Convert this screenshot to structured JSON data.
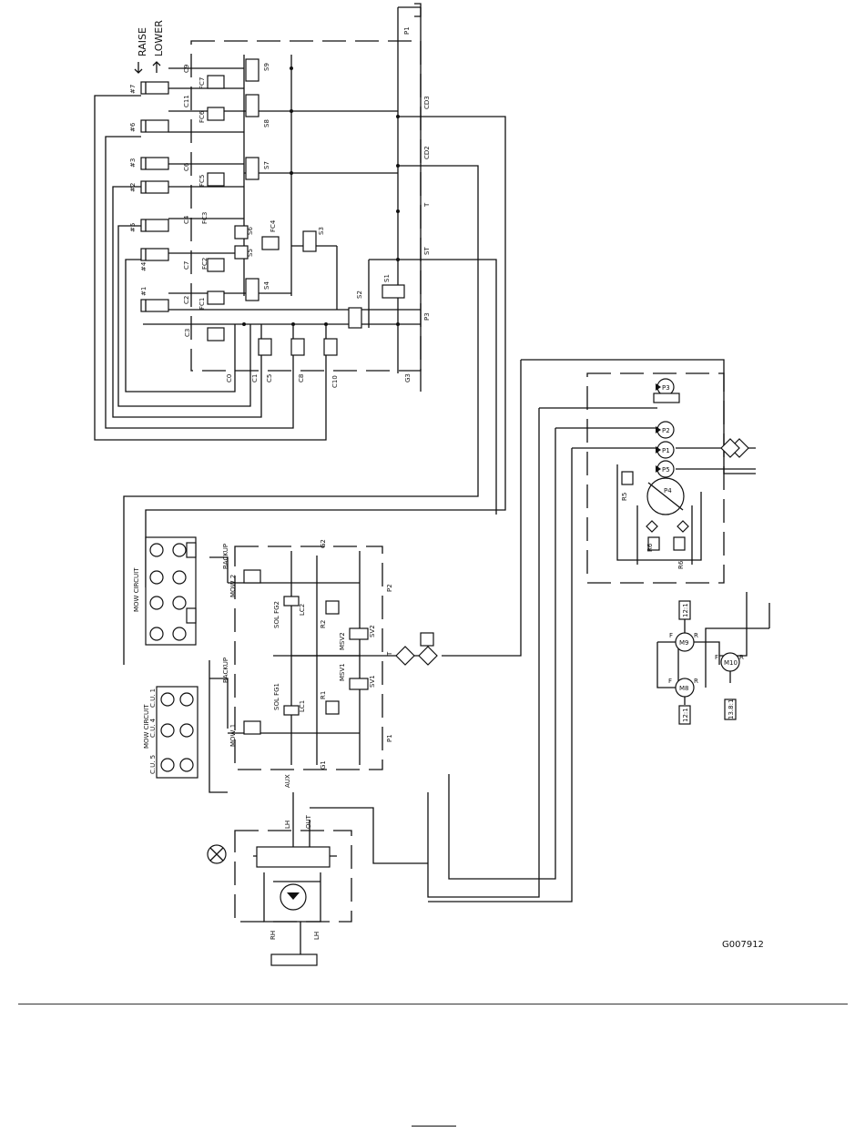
{
  "figure": {
    "id": "G007912",
    "direction_labels": {
      "raise": "RAISE",
      "lower": "LOWER"
    }
  },
  "lift_manifold": {
    "cylinders": [
      "#7",
      "#6",
      "#3",
      "#2",
      "#5",
      "#4",
      "#1"
    ],
    "ports": [
      "C9",
      "C11",
      "C6",
      "C4",
      "C7",
      "C2",
      "C3",
      "C0",
      "C1",
      "C5",
      "C8",
      "C10",
      "G3",
      "P3",
      "ST",
      "T",
      "CD2",
      "CD3",
      "P1"
    ],
    "flow_controls": [
      "FC7",
      "FC6",
      "FC5",
      "FC4",
      "FC3",
      "FC2",
      "FC1"
    ],
    "solenoids": [
      "S9",
      "S8",
      "S7",
      "S6",
      "S5",
      "S4",
      "S3",
      "S2",
      "S1"
    ]
  },
  "mow_manifold": {
    "circuit_titles": [
      "MOW CIRCUIT",
      "MOW CIRCUIT"
    ],
    "ports": [
      "G2",
      "P2",
      "T",
      "P1",
      "G1",
      "MOW 1",
      "MOW 2",
      "BACKUP",
      "BACKUP",
      "AUX",
      "OUT",
      "LH",
      "RH"
    ],
    "valves": [
      "LC2",
      "LC1",
      "R2",
      "R1",
      "MSV2",
      "MSV1",
      "SV2",
      "SV1",
      "SOL FG2",
      "SOL FG1"
    ],
    "cutting_units": [
      "C.U. 1",
      "C.U. 4",
      "C.U. 5"
    ]
  },
  "pump_assembly": {
    "pumps": [
      "P3",
      "P2",
      "P1",
      "P5",
      "P4"
    ],
    "reliefs": [
      "R5",
      "R6",
      "R6"
    ]
  },
  "wheel_motors": {
    "motors": [
      "M9",
      "M10",
      "M8"
    ],
    "ratios": [
      "12:1",
      "12:1",
      "13.8:1"
    ],
    "port_marks": [
      "F",
      "R",
      "F",
      "R",
      "F",
      "R"
    ]
  }
}
